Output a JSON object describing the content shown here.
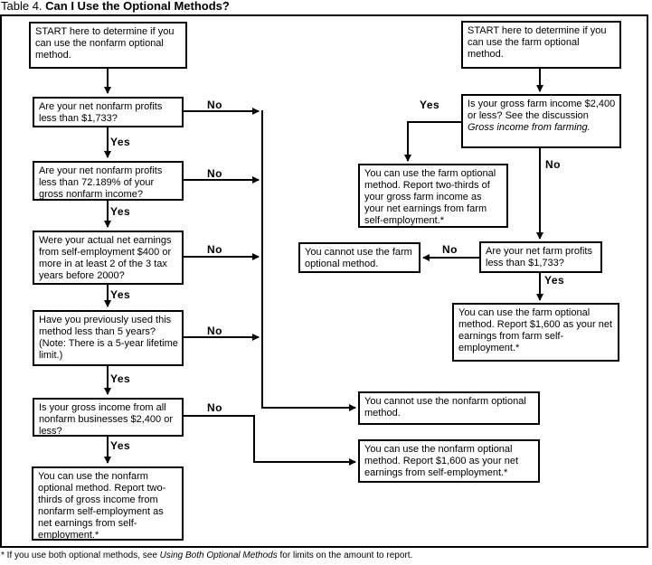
{
  "title": {
    "prefix": "Table 4. ",
    "main": "Can I Use the Optional Methods?"
  },
  "labels": {
    "yes": "Yes",
    "no": "No"
  },
  "nonfarm": {
    "start": "START here to determine if you can use the nonfarm optional method.",
    "q_profits": "Are your net nonfarm profits less than $1,733?",
    "q_percent": "Are your net nonfarm profits less than 72.189% of your gross nonfarm income?",
    "q_earnings": "Were your actual net earnings from self-employment $400 or more in at least 2 of the 3 tax years before 2000?",
    "q_years": "Have you previously used this method less than 5 years? (Note: There is a 5-year lifetime limit.)",
    "q_gross": "Is your gross income from all nonfarm businesses $2,400 or less?",
    "result_two_thirds": "You can use the nonfarm optional method. Report two-thirds of gross income from nonfarm self-employment as net earnings from self-employment.*",
    "result_cannot": "You cannot use the nonfarm optional method.",
    "result_1600": "You can use the nonfarm optional method. Report $1,600 as your net earnings from self-employment.*"
  },
  "farm": {
    "start": "START here to determine if you can use the farm optional method.",
    "q_gross_text": "Is your gross farm income $2,400 or less? See the discussion ",
    "q_gross_italic": "Gross income from farming.",
    "result_two_thirds": "You can use the farm optional method. Report two-thirds of your gross farm income as your net earnings from farm self-employment.*",
    "result_cannot": "You cannot use the farm optional method.",
    "q_profits": "Are your net farm profits less than $1,733?",
    "result_1600": "You can use the farm optional method. Report $1,600 as your net earnings from farm self-employment.*"
  },
  "footnote": {
    "prefix": "* If you use both optional methods, see ",
    "italic": "Using Both Optional Methods",
    "suffix": " for limits on the amount to report."
  }
}
